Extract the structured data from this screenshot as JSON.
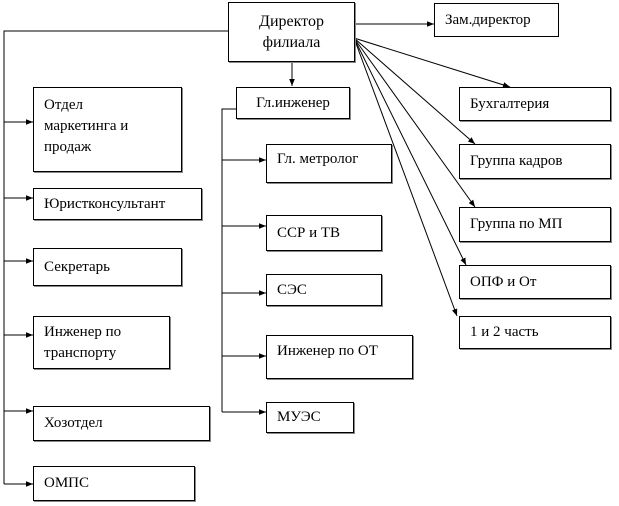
{
  "diagram": {
    "type": "org-chart",
    "root": {
      "id": "director",
      "label": "Директор\nфилиала"
    },
    "nodes": [
      {
        "id": "deputy",
        "label": "Зам.директор",
        "parent": "director"
      },
      {
        "id": "chief-engineer",
        "label": "Гл.инженер",
        "parent": "director"
      },
      {
        "id": "accounting",
        "label": "Бухгалтерия",
        "parent": "director"
      },
      {
        "id": "hr-group",
        "label": "Группа кадров",
        "parent": "director"
      },
      {
        "id": "mp-group",
        "label": "Группа по МП",
        "parent": "director"
      },
      {
        "id": "opf",
        "label": "ОПФ и От",
        "parent": "director"
      },
      {
        "id": "part12",
        "label": "1 и 2 часть",
        "parent": "director"
      },
      {
        "id": "marketing",
        "label": "Отдел\nмаркетинга и\nпродаж",
        "parent": "director"
      },
      {
        "id": "legal",
        "label": "Юристконсультант",
        "parent": "director"
      },
      {
        "id": "secretary",
        "label": "Секретарь",
        "parent": "director"
      },
      {
        "id": "transport",
        "label": "Инженер по\nтранспорту",
        "parent": "director"
      },
      {
        "id": "household",
        "label": "Хозотдел",
        "parent": "director"
      },
      {
        "id": "omps",
        "label": "ОМПС",
        "parent": "director"
      },
      {
        "id": "metrologist",
        "label": "Гл. метролог",
        "parent": "chief-engineer"
      },
      {
        "id": "ssr",
        "label": "ССР и ТВ",
        "parent": "chief-engineer"
      },
      {
        "id": "ses",
        "label": "СЭС",
        "parent": "chief-engineer"
      },
      {
        "id": "ot-engineer",
        "label": "Инженер по ОТ",
        "parent": "chief-engineer"
      },
      {
        "id": "mues",
        "label": "МУЭС",
        "parent": "chief-engineer"
      }
    ]
  }
}
